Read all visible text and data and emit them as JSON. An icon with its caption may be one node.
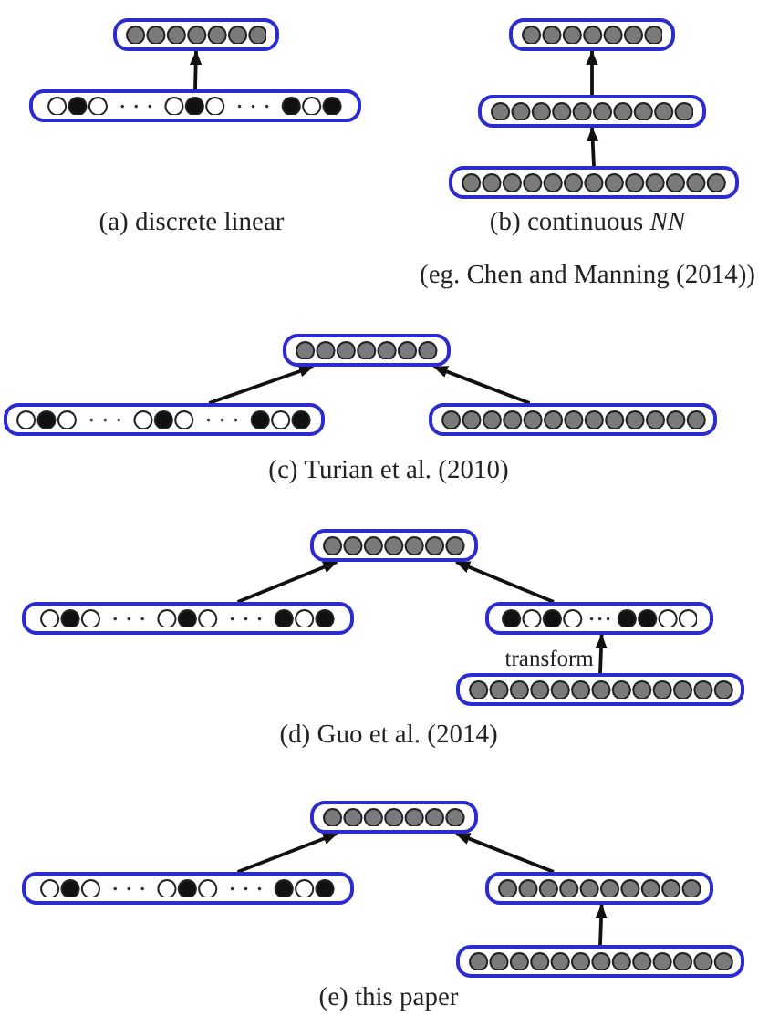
{
  "diagram": {
    "nodes": [
      {
        "text": [],
        "shape": "box"
      },
      {
        "text": [],
        "shape": "box"
      },
      {
        "text": [],
        "shape": "box"
      },
      {
        "text": [],
        "shape": "box"
      },
      {
        "text": [],
        "shape": "box"
      },
      {
        "text": [],
        "shape": "box"
      },
      {
        "text": [],
        "shape": "box"
      },
      {
        "text": [],
        "shape": "box"
      },
      {
        "text": [],
        "shape": "box"
      },
      {
        "text": [],
        "shape": "box"
      },
      {
        "text": [],
        "shape": "box"
      },
      {
        "text": [],
        "shape": "box"
      },
      {
        "text": [],
        "shape": "box"
      },
      {
        "text": [],
        "shape": "box"
      },
      {
        "text": [],
        "shape": "box"
      },
      {
        "text": [],
        "shape": "box"
      }
    ],
    "edges": [
      {
        "from": 1,
        "to": 0,
        "arrow": "to"
      },
      {
        "from": 4,
        "to": 3,
        "arrow": "to"
      },
      {
        "from": 3,
        "to": 2,
        "arrow": "to"
      },
      {
        "from": 6,
        "to": 5,
        "arrow": "to"
      },
      {
        "from": 7,
        "to": 5,
        "arrow": "to"
      },
      {
        "from": 9,
        "to": 8,
        "arrow": "to"
      },
      {
        "from": 10,
        "to": 8,
        "arrow": "to"
      },
      {
        "from": 11,
        "to": 10,
        "arrow": "to",
        "label": "transform"
      },
      {
        "from": 13,
        "to": 12,
        "arrow": "to"
      },
      {
        "from": 14,
        "to": 12,
        "arrow": "to"
      },
      {
        "from": 15,
        "to": 14,
        "arrow": "to"
      }
    ],
    "labels": [
      "(a) discrete linear",
      "(b) continuous *NN*",
      "(eg. Chen and Manning (2014))",
      "(c) Turian et al. (2010)",
      "(d) Guo et al. (2014)",
      "(e) this paper"
    ]
  }
}
